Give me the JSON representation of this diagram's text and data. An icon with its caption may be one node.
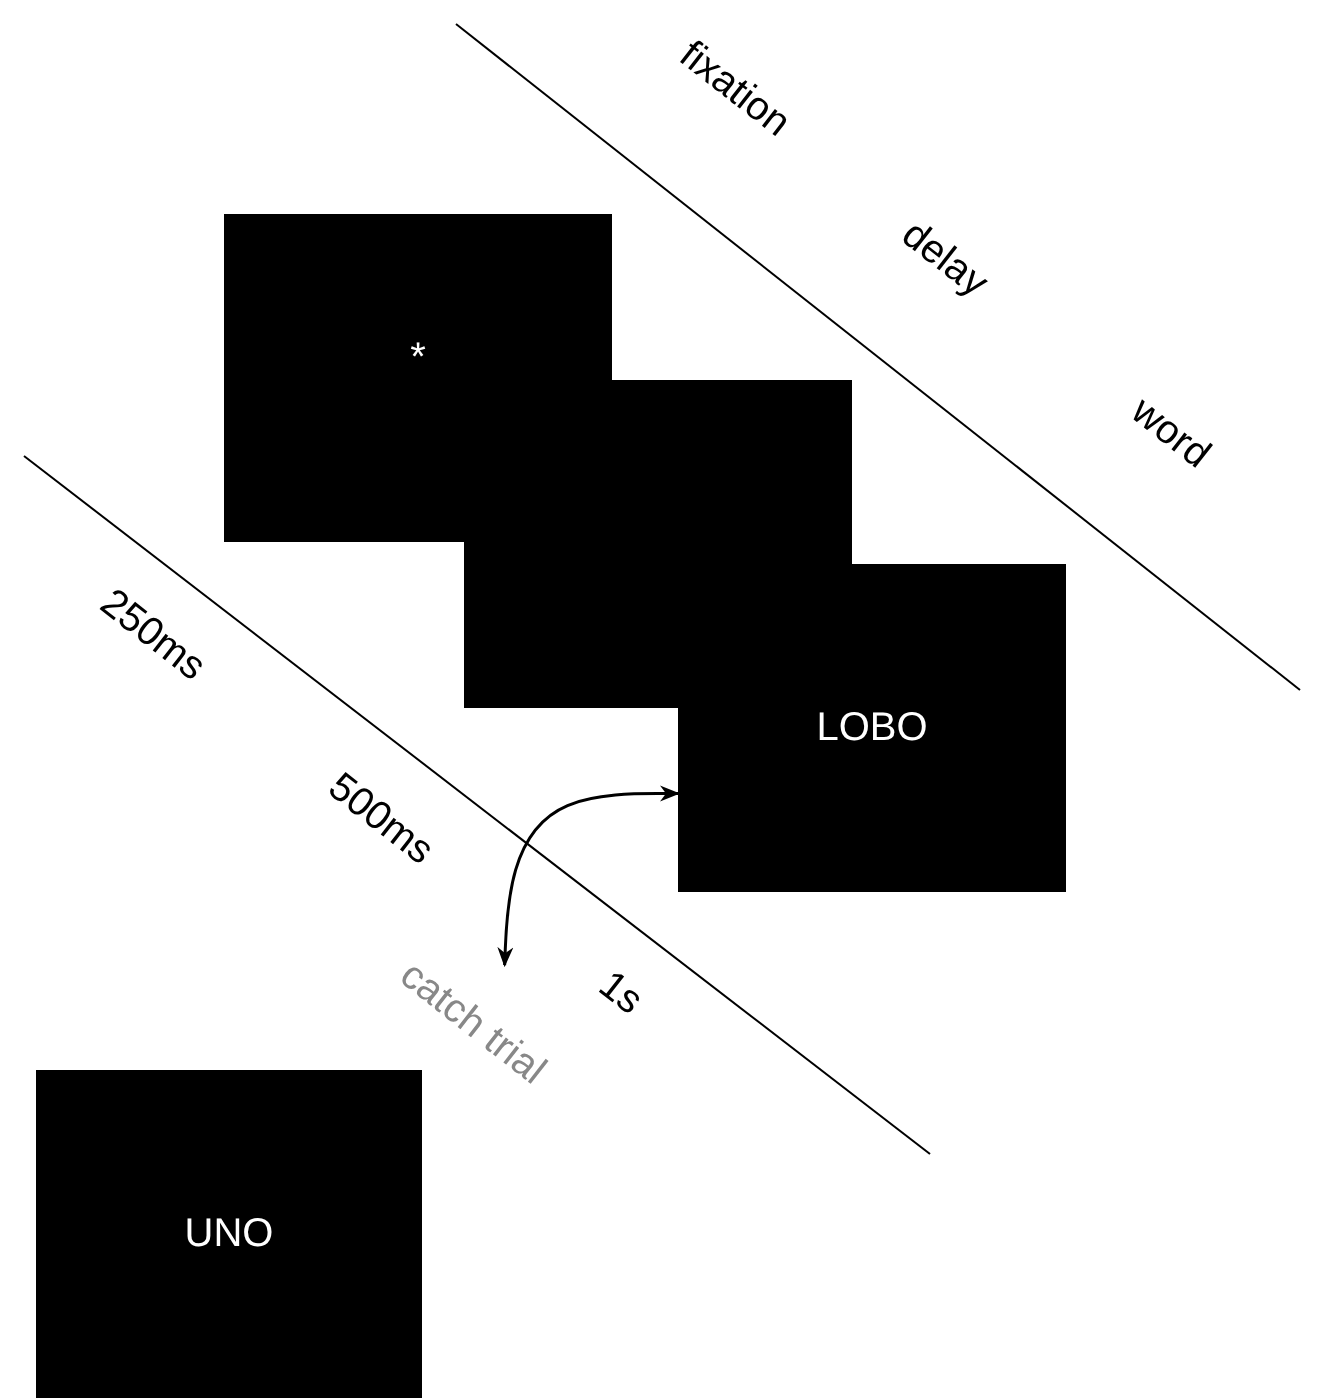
{
  "diagram": {
    "nodes": [
      {
        "text": [
          "*"
        ]
      },
      {
        "text": [],
        "shape": "box"
      },
      {
        "text": [
          "LOBO"
        ]
      },
      {
        "text": [
          "UNO"
        ]
      },
      {
        "text": [
          "catch trial"
        ]
      }
    ],
    "edges": [
      {
        "from": 4,
        "to": 2,
        "arrow": "both"
      }
    ],
    "labels": [
      "fixation",
      "delay",
      "word",
      "250ms",
      "500ms",
      "1s"
    ]
  }
}
